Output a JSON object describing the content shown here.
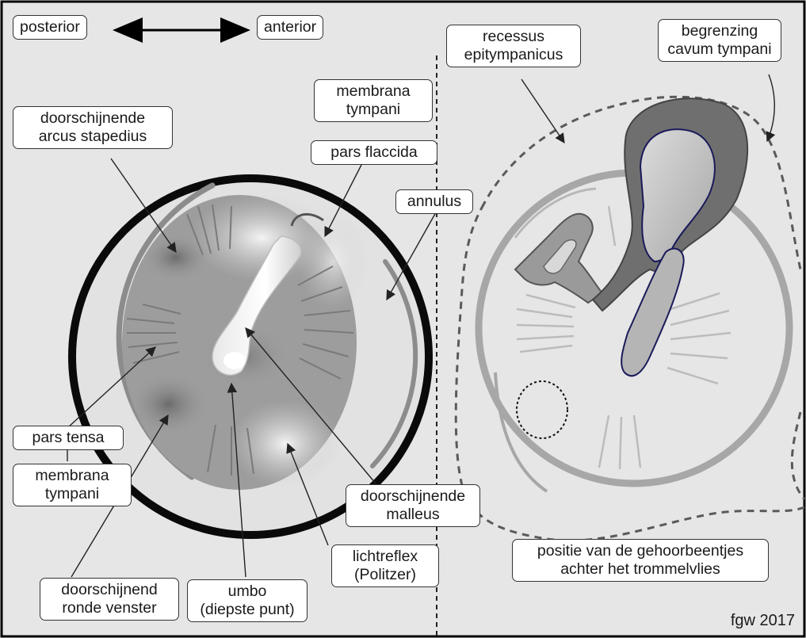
{
  "orientation": {
    "left_label": "posterior",
    "right_label": "anterior"
  },
  "left_labels": {
    "arcus_line1": "doorschijnende",
    "arcus_line2": "arcus stapedius",
    "membrana_top_line1": "membrana",
    "membrana_top_line2": "tympani",
    "pars_flaccida": "pars flaccida",
    "annulus": "annulus",
    "pars_tensa": "pars tensa",
    "membrana_bottom_line1": "membrana",
    "membrana_bottom_line2": "tympani",
    "malleus_line1": "doorschijnende",
    "malleus_line2": "malleus",
    "lichtreflex_line1": "lichtreflex",
    "lichtreflex_line2": "(Politzer)",
    "umbo_line1": "umbo",
    "umbo_line2": "(diepste punt)",
    "ronde_line1": "doorschijnend",
    "ronde_line2": "ronde venster"
  },
  "right_labels": {
    "recessus_line1": "recessus",
    "recessus_line2": "epitympanicus",
    "begrenzing_line1": "begrenzing",
    "begrenzing_line2": "cavum tympani",
    "positie_line1": "positie van de gehoorbeentjes",
    "positie_line2": "achter het trommelvlies"
  },
  "credit": "fgw 2017",
  "colors": {
    "background": "#e6e6e6",
    "membrane_gray": "#9a9a9a",
    "ring_black": "#0a0a0a",
    "ossicle_outline": "#1a1a5a",
    "label_border": "#333333"
  }
}
